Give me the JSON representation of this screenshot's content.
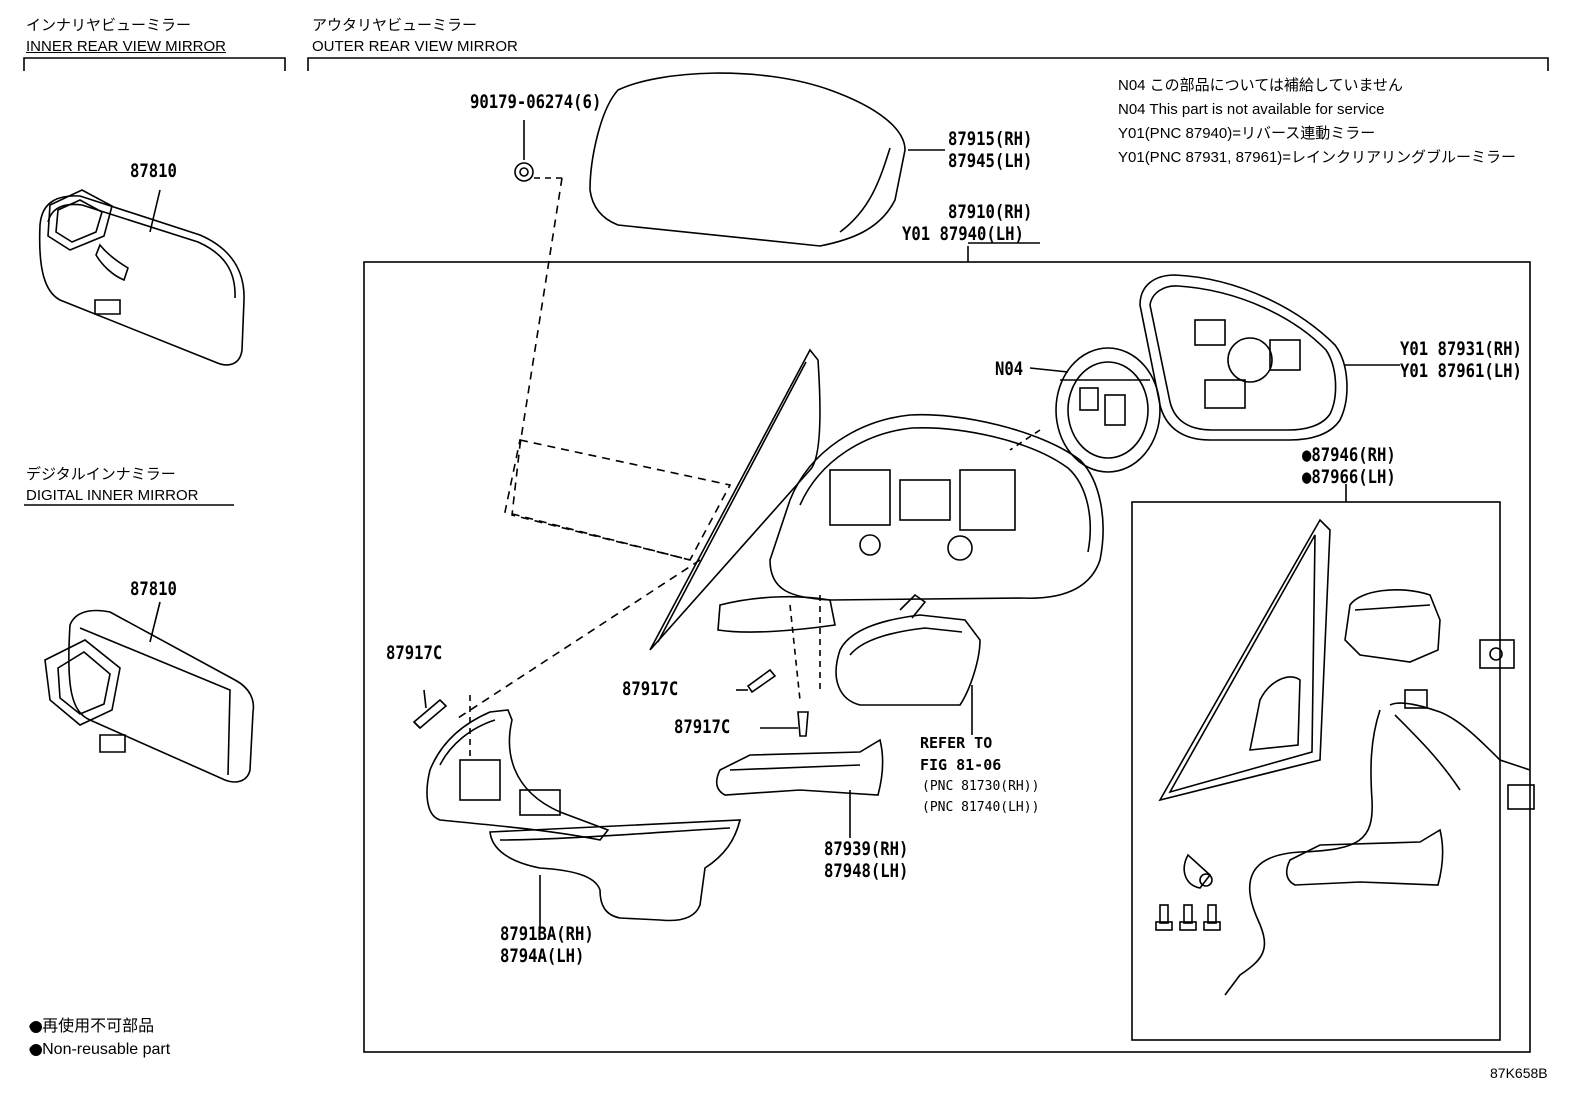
{
  "headers": {
    "inner_jp": "インナリヤビューミラー",
    "inner_en": "INNER REAR VIEW MIRROR",
    "outer_jp": "アウタリヤビューミラー",
    "outer_en": "OUTER REAR VIEW MIRROR",
    "digital_jp": "デジタルインナミラー",
    "digital_en": "DIGITAL INNER MIRROR"
  },
  "notes": [
    "N04 この部品については補給していません",
    "N04 This part is not available for service",
    "Y01(PNC 87940)=リバース連動ミラー",
    "Y01(PNC 87931, 87961)=レインクリアリングブルーミラー"
  ],
  "parts": {
    "p87810_a": "87810",
    "p87810_b": "87810",
    "p90179": "90179-06274(6)",
    "p87915": "87915(RH)",
    "p87945": "87945(LH)",
    "p87910": "87910(RH)",
    "p87940": "Y01 87940(LH)",
    "p87931": "Y01 87931(RH)",
    "p87961": "Y01 87961(LH)",
    "n04": "N04",
    "p87946": "●87946(RH)",
    "p87966": "●87966(LH)",
    "p87917c_a": "87917C",
    "p87917c_b": "87917C",
    "p87917c_c": "87917C",
    "p87939": "87939(RH)",
    "p87948": "87948(LH)",
    "p8791ba": "8791BA(RH)",
    "p8794a": "8794A(LH)"
  },
  "refer": {
    "line1": "REFER TO",
    "line2": "FIG 81-06",
    "line3": "(PNC 81730(RH))",
    "line4": "(PNC 81740(LH))"
  },
  "legend": {
    "jp": "● 再使用不可部品",
    "en": "● Non-reusable part"
  },
  "figure_id": "87K658B"
}
